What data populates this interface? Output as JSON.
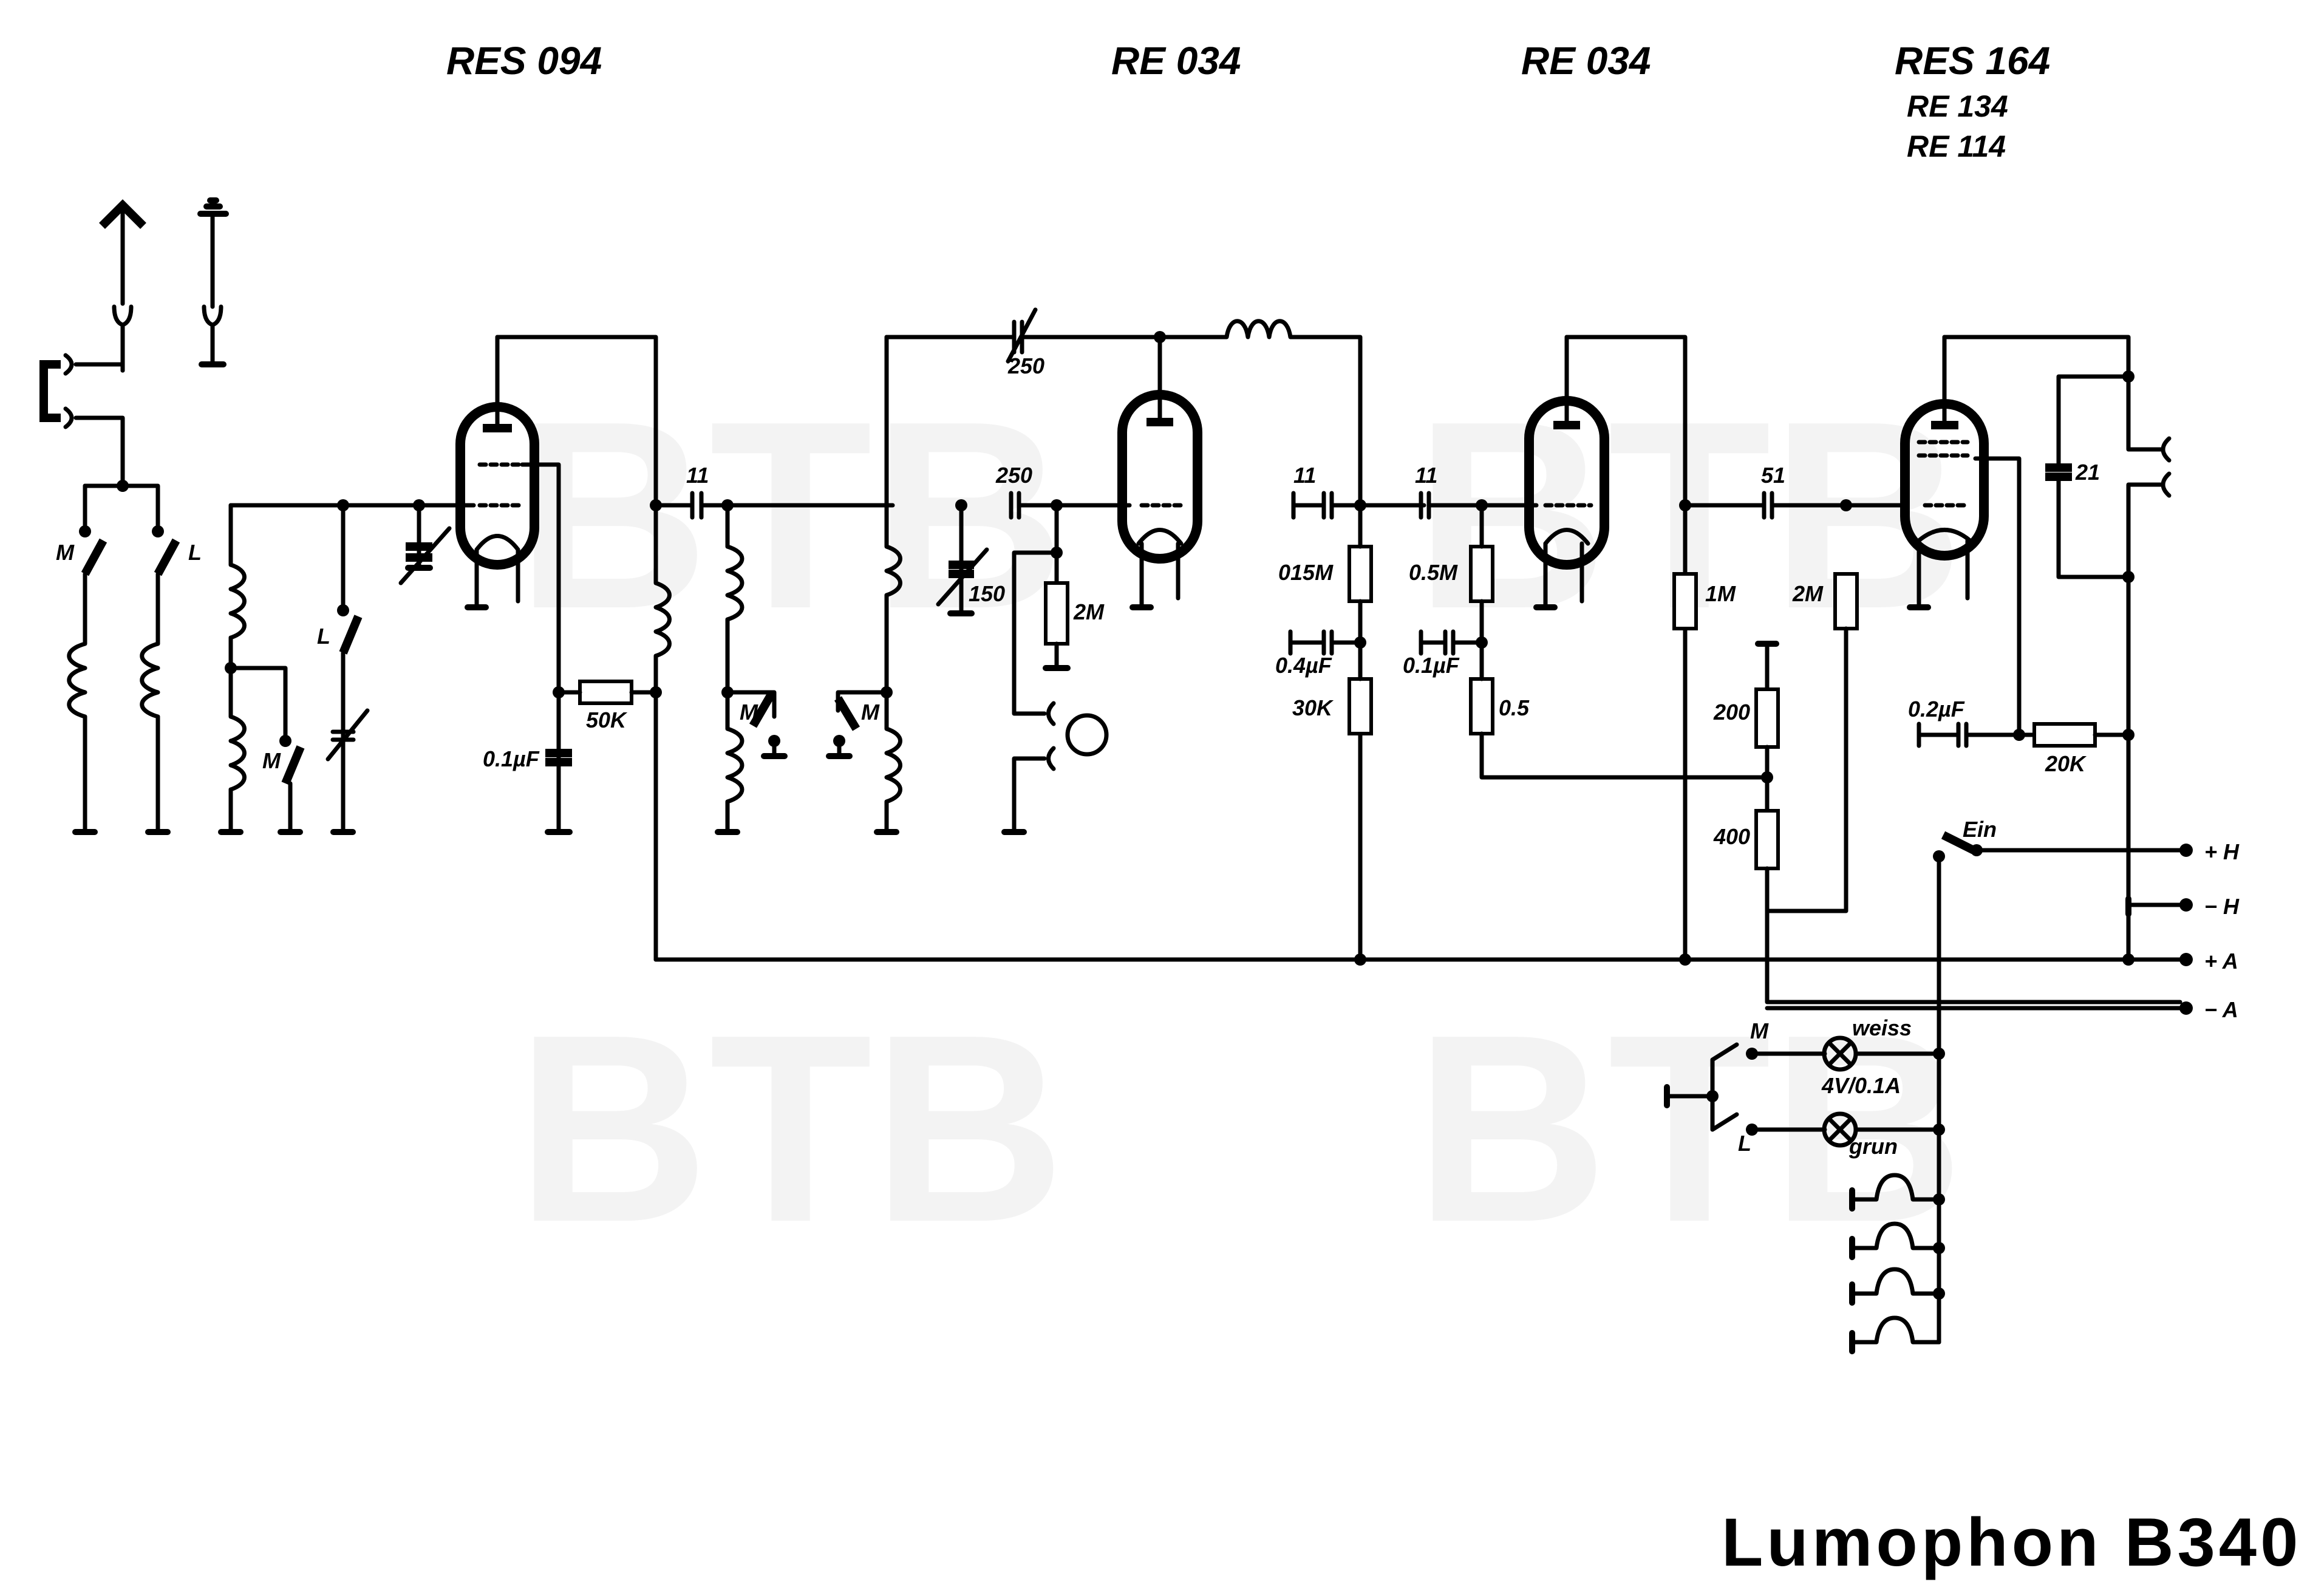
{
  "title": "Lumophon B340",
  "watermark": "BTB",
  "tubes": [
    {
      "label": "RES 094"
    },
    {
      "label": "RE 034"
    },
    {
      "label": "RE 034"
    },
    {
      "label": "RES 164",
      "alternates": [
        "RE 134",
        "RE 114"
      ]
    }
  ],
  "switch_labels": {
    "m": "M",
    "l": "L",
    "ein": "Ein"
  },
  "components": {
    "c_coupling_1": "11",
    "c_feedback": "250",
    "c_grid": "250",
    "c_tune": "150",
    "r_grid": "2M",
    "c_coupling_2": "11",
    "r_015": "015M",
    "c_04": "0.4µF",
    "r_30k": "30K",
    "c_coupling_3": "11",
    "r_05m": "0.5M",
    "c_01b": "0.1µF",
    "r_05": "0.5",
    "r_1m": "1M",
    "c_coupling_4": "51",
    "r_2m_b": "2M",
    "r_200": "200",
    "r_400": "400",
    "c_21": "21",
    "c_02": "0.2µF",
    "r_20k": "20K",
    "c_01a": "0.1µF",
    "r_50k": "50K"
  },
  "terminals": [
    {
      "label": "+ H"
    },
    {
      "label": "− H"
    },
    {
      "label": "+ A"
    },
    {
      "label": "− A"
    }
  ],
  "lamps": {
    "top": "weiss",
    "rating": "4V/0.1A",
    "bottom": "grun"
  }
}
